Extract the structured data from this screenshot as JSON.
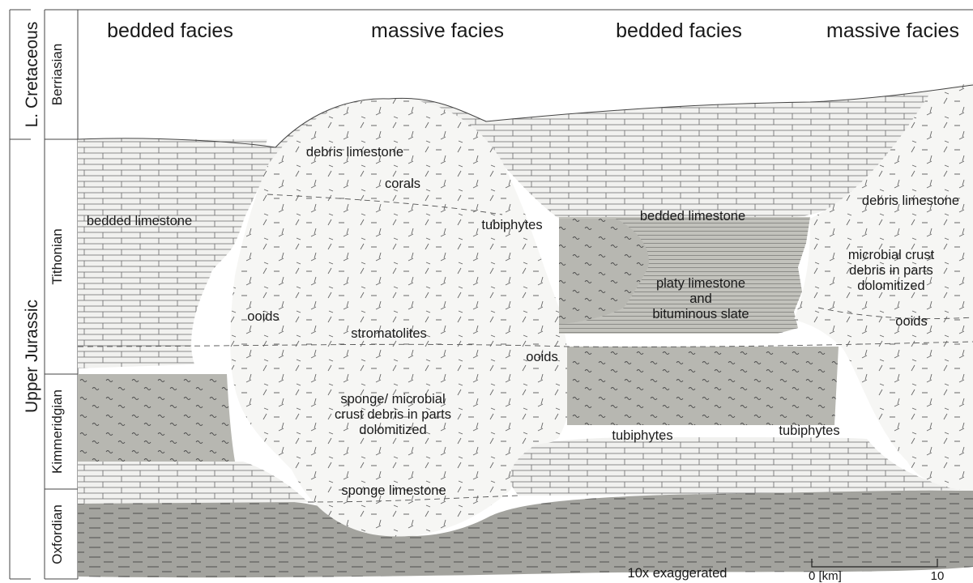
{
  "headers": [
    "bedded facies",
    "massive facies",
    "bedded facies",
    "massive facies"
  ],
  "stratigraphy": {
    "periods": [
      "L. Cretaceous",
      "Upper Jurassic"
    ],
    "stages": [
      "Berriasian",
      "Tithonian",
      "Kimmeridgian",
      "Oxfordian"
    ]
  },
  "facies_labels": {
    "debris_limestone_1": "debris limestone",
    "corals": "corals",
    "bedded_limestone_1": "bedded limestone",
    "tubiphytes_1": "tubiphytes",
    "bedded_limestone_2": "bedded limestone",
    "debris_limestone_2": "debris limestone",
    "microbial_crust": [
      "microbial crust",
      "debris in parts",
      "dolomitized"
    ],
    "ooids_1": "ooids",
    "stratomatolites": "stromatolites",
    "platy": [
      "platy limestone",
      "and",
      "bituminous slate"
    ],
    "ooids_2": "ooids",
    "ooids_3": "ooids",
    "sponge_crust": [
      "sponge/ microbial",
      "crust debris in parts",
      "dolomitized"
    ],
    "tubiphytes_2": "tubiphytes",
    "tubiphytes_3": "tubiphytes",
    "sponge_limestone": "sponge limestone"
  },
  "scale": {
    "exaggeration": "10x exaggerated",
    "zero": "0 [km]",
    "ten": "10"
  },
  "colors": {
    "light_limestone": "#f2f2f0",
    "massive": "#f6f6f4",
    "gray_marl": "#b9b9b3",
    "dark_marl": "#a2a29c",
    "line": "#555555"
  }
}
